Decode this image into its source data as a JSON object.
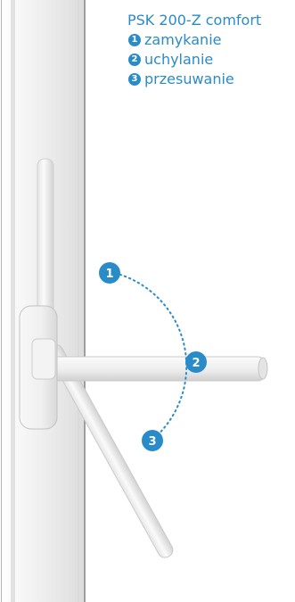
{
  "product": {
    "title": "PSK 200-Z comfort"
  },
  "positions": [
    {
      "number": "1",
      "label": "zamykanie"
    },
    {
      "number": "2",
      "label": "uchylanie"
    },
    {
      "number": "3",
      "label": "przesuwanie"
    }
  ],
  "colors": {
    "accent": "#2a8bc9",
    "frame": "#e9e9e9",
    "frame_shadow": "#b9b9b9",
    "handle": "#f3f3f3",
    "handle_shadow": "#c7c7c7"
  }
}
